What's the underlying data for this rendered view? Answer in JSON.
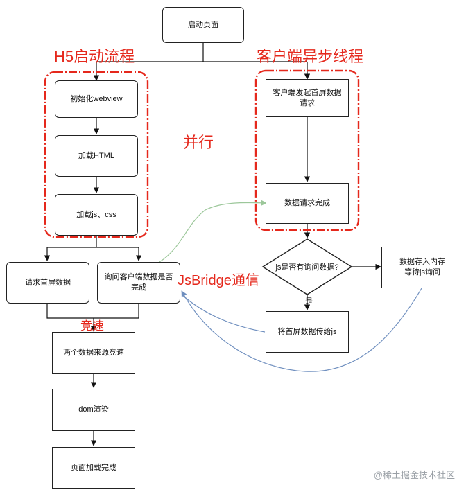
{
  "nodes": {
    "start": "启动页面",
    "init_webview": "初始化webview",
    "load_html": "加载HTML",
    "load_js_css": "加载js、css",
    "request_first_screen": "请求首屏数据",
    "query_client": "询问客户端数据是否\n完成",
    "race": "两个数据来源竞速",
    "dom_render": "dom渲染",
    "page_done": "页面加载完成",
    "client_request": "客户端发起首屏数据\n请求",
    "request_done": "数据请求完成",
    "decision": "js是否有询问数据?",
    "store_wait": "数据存入内存\n等待js询问",
    "pass_to_js": "将首屏数据传给js"
  },
  "edge_labels": {
    "yes": "是"
  },
  "annotations": {
    "h5_flow": "H5启动流程",
    "client_thread": "客户端异步线程",
    "parallel": "并行",
    "jsbridge": "JsBridge通信",
    "race": "竞速"
  },
  "watermark": "@稀土掘金技术社区",
  "colors": {
    "annotation_red": "#e5281c",
    "group_border_red": "#e5281c",
    "green_connector": "#9cc79a",
    "blue_connector": "#6f8fbf",
    "node_border": "#222222"
  }
}
